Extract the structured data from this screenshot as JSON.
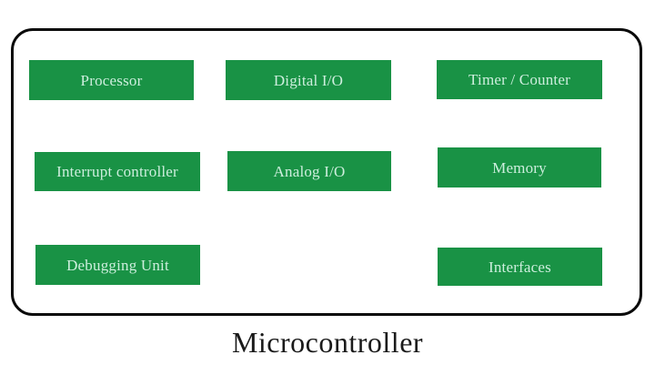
{
  "diagram": {
    "title": "Microcontroller",
    "blocks": [
      {
        "label": "Processor"
      },
      {
        "label": "Digital I/O"
      },
      {
        "label": "Timer / Counter"
      },
      {
        "label": "Interrupt controller"
      },
      {
        "label": "Analog I/O"
      },
      {
        "label": "Memory"
      },
      {
        "label": "Debugging Unit"
      },
      {
        "label": "Interfaces"
      }
    ]
  },
  "colors": {
    "block_fill": "#199245",
    "block_text": "#cdeedd",
    "outline_color": "#0a0a0a",
    "caption_color": "#1a1a1a"
  }
}
